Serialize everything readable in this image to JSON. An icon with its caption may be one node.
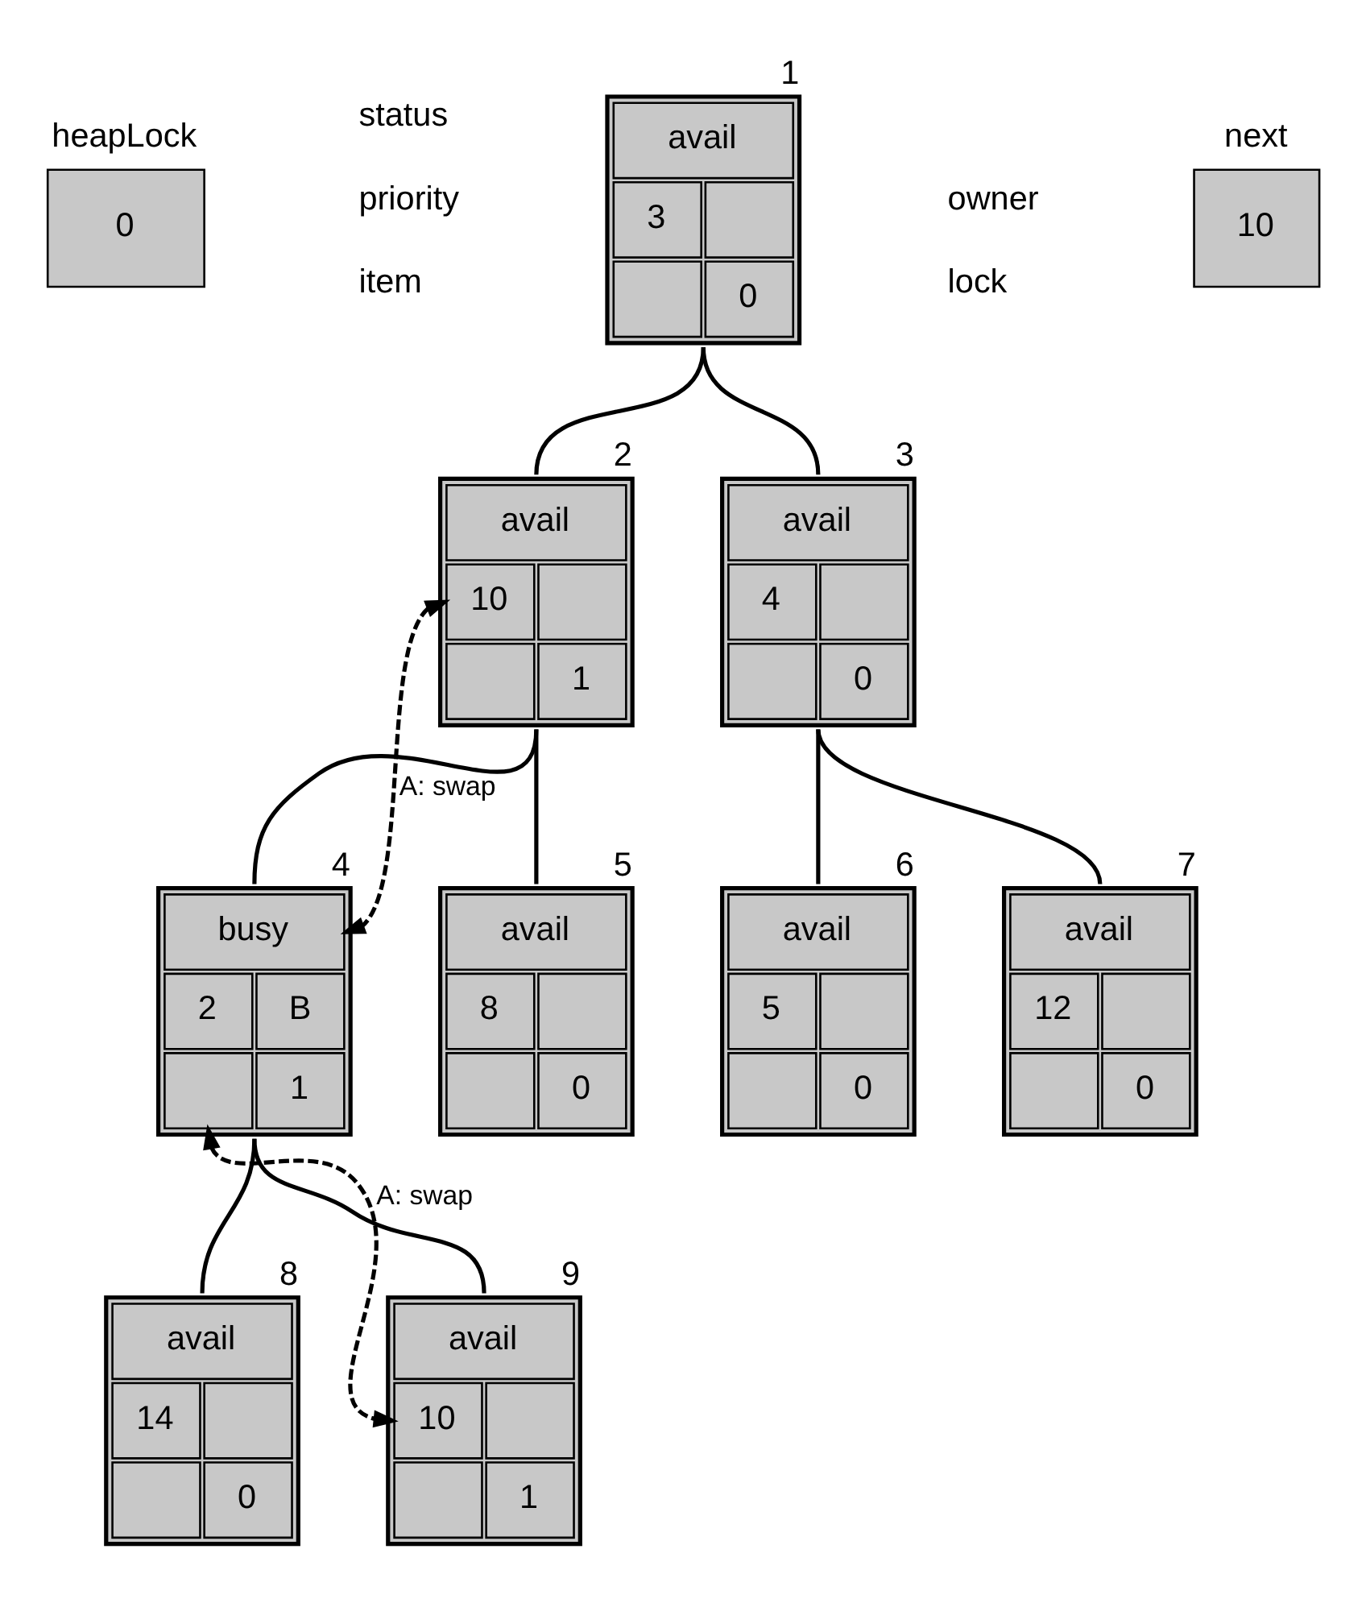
{
  "diagram": {
    "nodes": [
      {
        "text": [
          "heapLock",
          "0"
        ]
      },
      {
        "text": [
          "next",
          "10"
        ]
      },
      {
        "text": [
          "avail",
          "3",
          "0"
        ],
        "beside": [
          "1"
        ]
      },
      {
        "text": [
          "avail",
          "10",
          "1"
        ],
        "beside": [
          "2"
        ]
      },
      {
        "text": [
          "avail",
          "4",
          "0"
        ],
        "beside": [
          "3"
        ]
      },
      {
        "text": [
          "busy",
          "2",
          "B",
          "1"
        ],
        "beside": [
          "4"
        ]
      },
      {
        "text": [
          "avail",
          "8",
          "0"
        ],
        "beside": [
          "5"
        ]
      },
      {
        "text": [
          "avail",
          "5",
          "0"
        ],
        "beside": [
          "6"
        ]
      },
      {
        "text": [
          "avail",
          "12",
          "0"
        ],
        "beside": [
          "7"
        ]
      },
      {
        "text": [
          "avail",
          "14",
          "0"
        ],
        "beside": [
          "8"
        ]
      },
      {
        "text": [
          "avail",
          "10",
          "1"
        ],
        "beside": [
          "9"
        ]
      }
    ],
    "edges": [
      {
        "from": 2,
        "to": 3,
        "arrow": "none"
      },
      {
        "from": 2,
        "to": 4,
        "arrow": "none"
      },
      {
        "from": 3,
        "to": 5,
        "arrow": "none"
      },
      {
        "from": 3,
        "to": 6,
        "arrow": "none"
      },
      {
        "from": 4,
        "to": 7,
        "arrow": "none"
      },
      {
        "from": 4,
        "to": 8,
        "arrow": "none"
      },
      {
        "from": 5,
        "to": 9,
        "arrow": "none"
      },
      {
        "from": 5,
        "to": 10,
        "arrow": "none"
      },
      {
        "from": 3,
        "to": 5,
        "arrow": "both",
        "style": "dashed",
        "label": "A: swap"
      },
      {
        "from": 5,
        "to": 10,
        "arrow": "both",
        "style": "dashed",
        "label": "A: swap"
      }
    ],
    "labels": [
      "status",
      "priority",
      "owner",
      "item",
      "lock"
    ]
  }
}
